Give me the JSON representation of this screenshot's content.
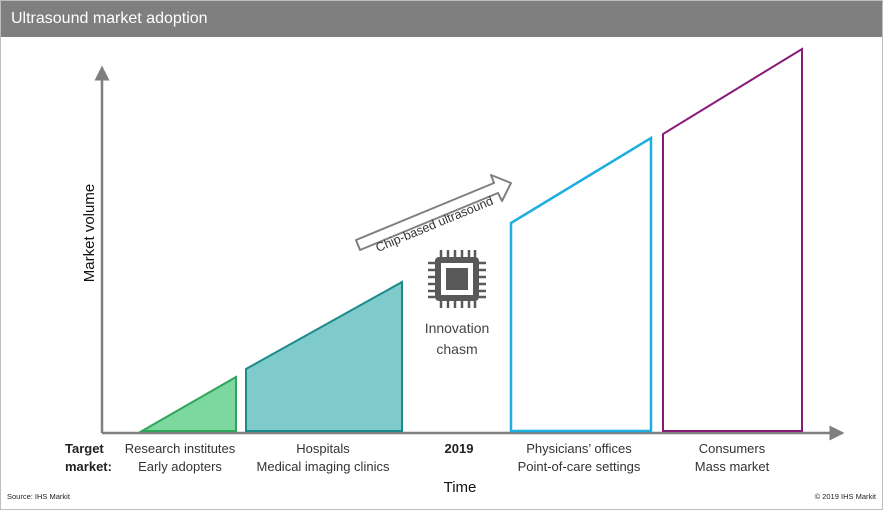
{
  "header": {
    "title": "Ultrasound market adoption"
  },
  "diagram": {
    "y_axis_label": "Market volume",
    "x_axis_label": "Time",
    "target_market_label_1": "Target",
    "target_market_label_2": "market:",
    "arrow_label": "Chip-based ultrasound",
    "chasm_label_1": "Innovation",
    "chasm_label_2": "chasm",
    "year": "2019",
    "segments": [
      {
        "line1": "Research institutes",
        "line2": "Early adopters",
        "color": "#2ea55a",
        "fill": "#7dd8a0"
      },
      {
        "line1": "Hospitals",
        "line2": "Medical imaging clinics",
        "color": "#1a8a8a",
        "fill": "#7fcaca"
      },
      {
        "line1": "Physicians’ offices",
        "line2": "Point-of-care settings",
        "color": "#1eaee0",
        "fill": "none"
      },
      {
        "line1": "Consumers",
        "line2": "Mass market",
        "color": "#8a1a7a",
        "fill": "none"
      }
    ]
  },
  "footer": {
    "source": "Source: IHS  Markit",
    "copyright": "© 2019 IHS  Markit"
  }
}
